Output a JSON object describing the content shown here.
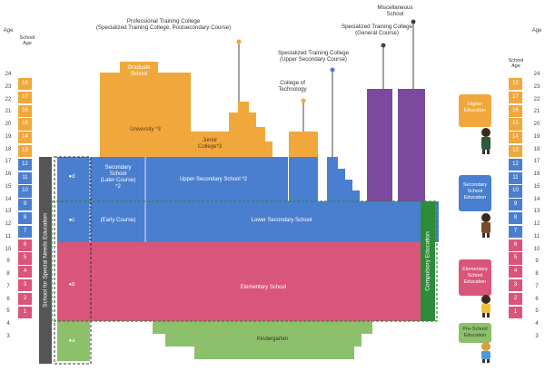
{
  "axis": {
    "title_left": "Age",
    "title_right": "Age",
    "ages": [
      "24",
      "23",
      "22",
      "21",
      "20",
      "19",
      "18",
      "17",
      "16",
      "15",
      "14",
      "13",
      "12",
      "11",
      "10",
      "9",
      "8",
      "7",
      "6",
      "5",
      "4",
      "3"
    ]
  },
  "school_age": {
    "label_left": "School\nAge",
    "label_right": "School\nAge",
    "values": [
      "18",
      "17",
      "16",
      "15",
      "14",
      "13",
      "12",
      "11",
      "10",
      "9",
      "8",
      "7",
      "6",
      "5",
      "4",
      "3",
      "2",
      "1"
    ],
    "colors": {
      "higher": "#f0a83c",
      "secondary": "#4a7fcf",
      "elementary": "#d9557a"
    }
  },
  "blocks": {
    "special_needs": "School for Special Needs Education",
    "marker_d": "●d",
    "marker_c": "●c",
    "marker_b": "●b",
    "marker_a": "●a",
    "secondary_later": "Secondary\nSchool\n(Later Course)\n*2",
    "secondary_early": "(Early Course)",
    "upper_secondary": "Upper Secondary School *2",
    "lower_secondary": "Lower Secondary School",
    "elementary": "Elementary School",
    "kindergarten": "Kindergarten",
    "university": "University *3",
    "graduate_school": "Graduate\nSchool",
    "junior_college": "Junior\nCollege*3",
    "compulsory": "Compulsory Education"
  },
  "callouts": {
    "professional": "Professional Training College\n(Specialized Training College, Postsecondary Course)",
    "specialized_upper": "Specialized Training College\n(Upper Secondary Course)",
    "college_tech": "College of\nTechnology",
    "specialized_general": "Specialized Training College\n(General Course)",
    "miscellaneous": "Miscellaneous\nSchool"
  },
  "stages": {
    "higher": "Higher\nEducation",
    "secondary": "Secondary\nSchool\nEducation",
    "elementary": "Elementary\nSchool\nEducation",
    "preschool": "Pre-School\nEducation"
  },
  "colors": {
    "orange": "#f0a83c",
    "blue": "#4a7fcf",
    "pink": "#d9557a",
    "green": "#8cc06a",
    "purple": "#7b4a9e",
    "dark_green": "#2e8b3a",
    "gray": "#555555"
  }
}
